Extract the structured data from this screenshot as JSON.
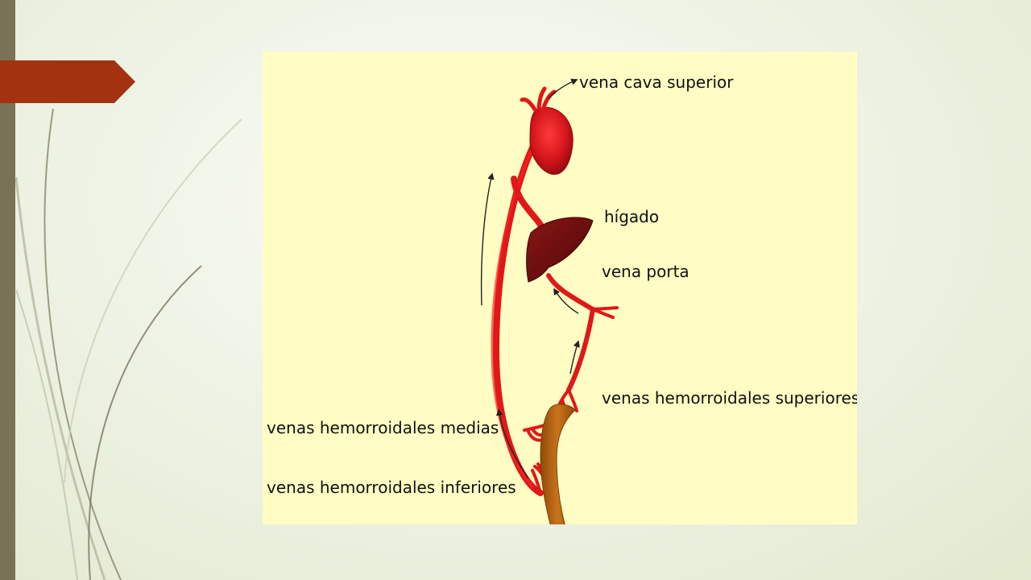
{
  "colors": {
    "left_bar": "#7a7157",
    "accent_tab": "#a33211",
    "panel_bg": "#fffdc4",
    "vessel_red": "#e01818",
    "liver": "#6a0c0c",
    "heart": "#c8141a",
    "rectum": "#b8620f"
  },
  "labels": {
    "vena_cava_superior": "vena cava superior",
    "higado": "hígado",
    "vena_porta": "vena porta",
    "venas_hemorroidales_superiores": "venas hemorroidales superiores",
    "venas_hemorroidales_medias": "venas hemorroidales medias",
    "venas_hemorroidales_inferiores": "venas hemorroidales inferiores"
  }
}
